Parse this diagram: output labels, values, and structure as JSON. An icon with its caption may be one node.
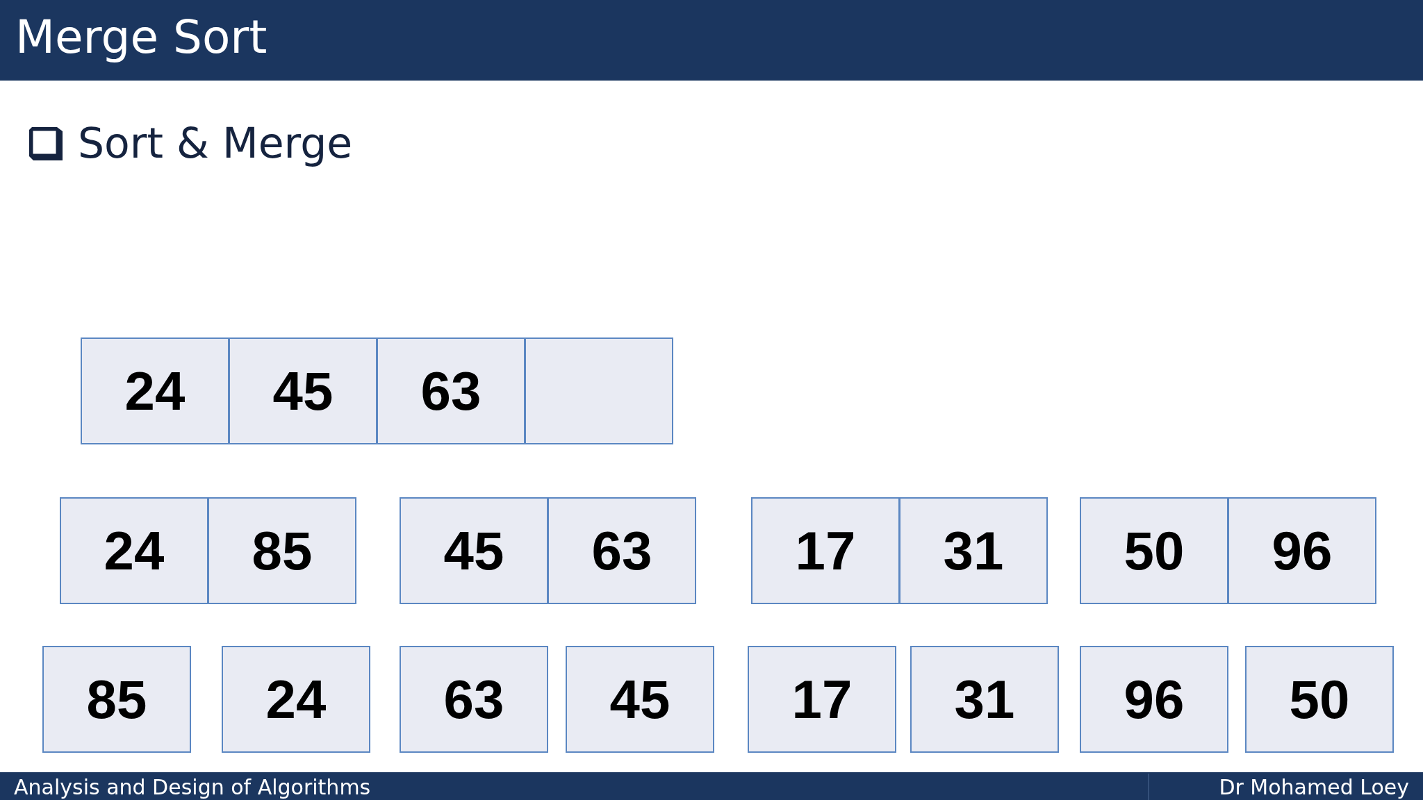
{
  "diagram": {
    "title": "Merge Sort",
    "nodes": [
      {
        "text": [
          "24"
        ]
      },
      {
        "text": [
          "45"
        ]
      },
      {
        "text": [
          "63"
        ]
      },
      {
        "text": [],
        "shape": "box"
      },
      {
        "text": [
          "24"
        ]
      },
      {
        "text": [
          "85"
        ]
      },
      {
        "text": [
          "45"
        ]
      },
      {
        "text": [
          "63"
        ]
      },
      {
        "text": [
          "17"
        ]
      },
      {
        "text": [
          "31"
        ]
      },
      {
        "text": [
          "50"
        ]
      },
      {
        "text": [
          "96"
        ]
      },
      {
        "text": [
          "85"
        ]
      },
      {
        "text": [
          "24"
        ]
      },
      {
        "text": [
          "63"
        ]
      },
      {
        "text": [
          "45"
        ]
      },
      {
        "text": [
          "17"
        ]
      },
      {
        "text": [
          "31"
        ]
      },
      {
        "text": [
          "96"
        ]
      },
      {
        "text": [
          "50"
        ]
      }
    ],
    "edges": [],
    "labels": [
      "Sort & Merge",
      "Analysis and Design of Algorithms",
      "Dr Mohamed Loey"
    ]
  }
}
